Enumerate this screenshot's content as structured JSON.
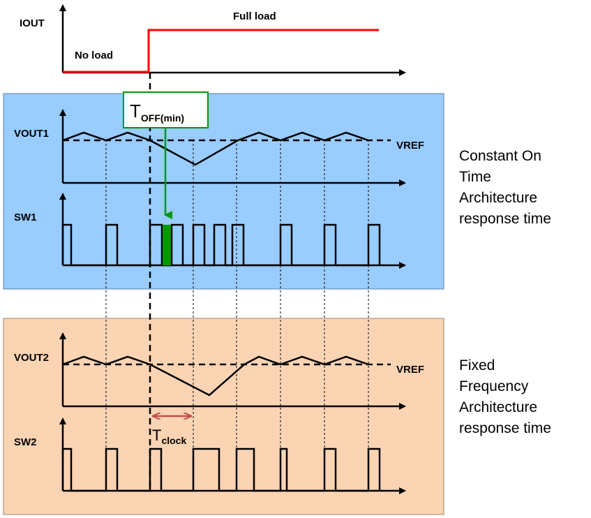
{
  "iout": {
    "axis_label": "IOUT",
    "no_load_label": "No load",
    "full_load_label": "Full load"
  },
  "cot_panel": {
    "vout_label": "VOUT1",
    "vref_label": "VREF",
    "sw_label": "SW1",
    "toff_callout": {
      "main": "T",
      "sub": "OFF(min)"
    },
    "description": [
      "Constant On",
      "Time",
      "Architecture",
      "response time"
    ]
  },
  "ff_panel": {
    "vout_label": "VOUT2",
    "vref_label": "VREF",
    "sw_label": "SW2",
    "tclock_label": {
      "main": "T",
      "sub": "clock"
    },
    "description": [
      "Fixed",
      "Frequency",
      "Architecture",
      "response time"
    ]
  },
  "colors": {
    "iout_trace": "#ff0000",
    "cot_panel_fill": "#99ccff",
    "ff_panel_fill": "#fbd4b4",
    "toff_callout": "#009900",
    "tclock_arrow": "#c0504d",
    "trace": "#000000"
  }
}
